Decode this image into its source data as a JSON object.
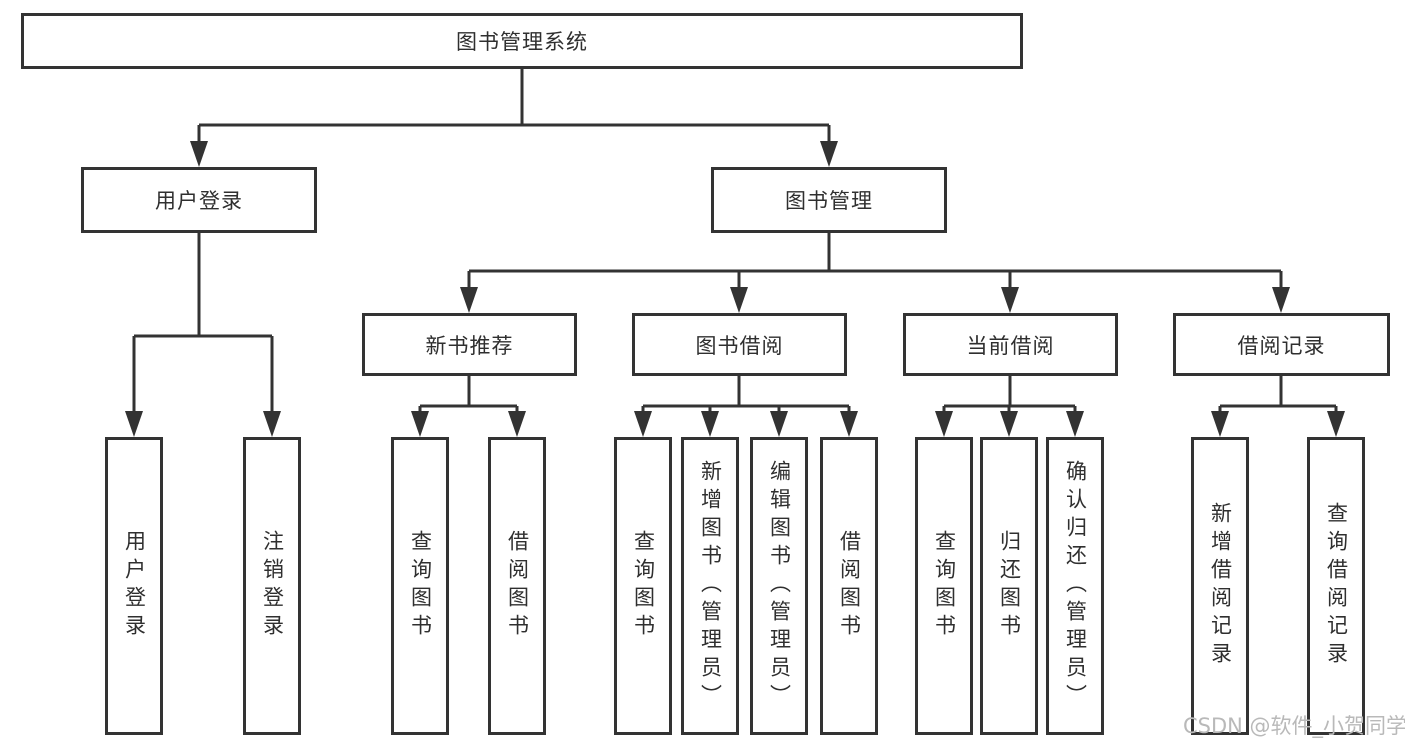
{
  "tree": {
    "root": "图书管理系统",
    "level2": [
      "用户登录",
      "图书管理"
    ],
    "level3": [
      "新书推荐",
      "图书借阅",
      "当前借阅",
      "借阅记录"
    ],
    "leaves": {
      "user_login": [
        "用户登录",
        "注销登录"
      ],
      "new_books": [
        "查询图书",
        "借阅图书"
      ],
      "book_borrowing": [
        "查询图书",
        "新增图书（管理员）",
        "编辑图书（管理员）",
        "借阅图书"
      ],
      "current_borrowing": [
        "查询图书",
        "归还图书",
        "确认归还（管理员）"
      ],
      "borrowing_records": [
        "新增借阅记录",
        "查询借阅记录"
      ]
    }
  },
  "watermark": "CSDN @软件_小贺同学",
  "colors": {
    "line": "#333333",
    "text": "#2f2f2f",
    "watermark": "#b9b9b9",
    "background": "#ffffff"
  }
}
